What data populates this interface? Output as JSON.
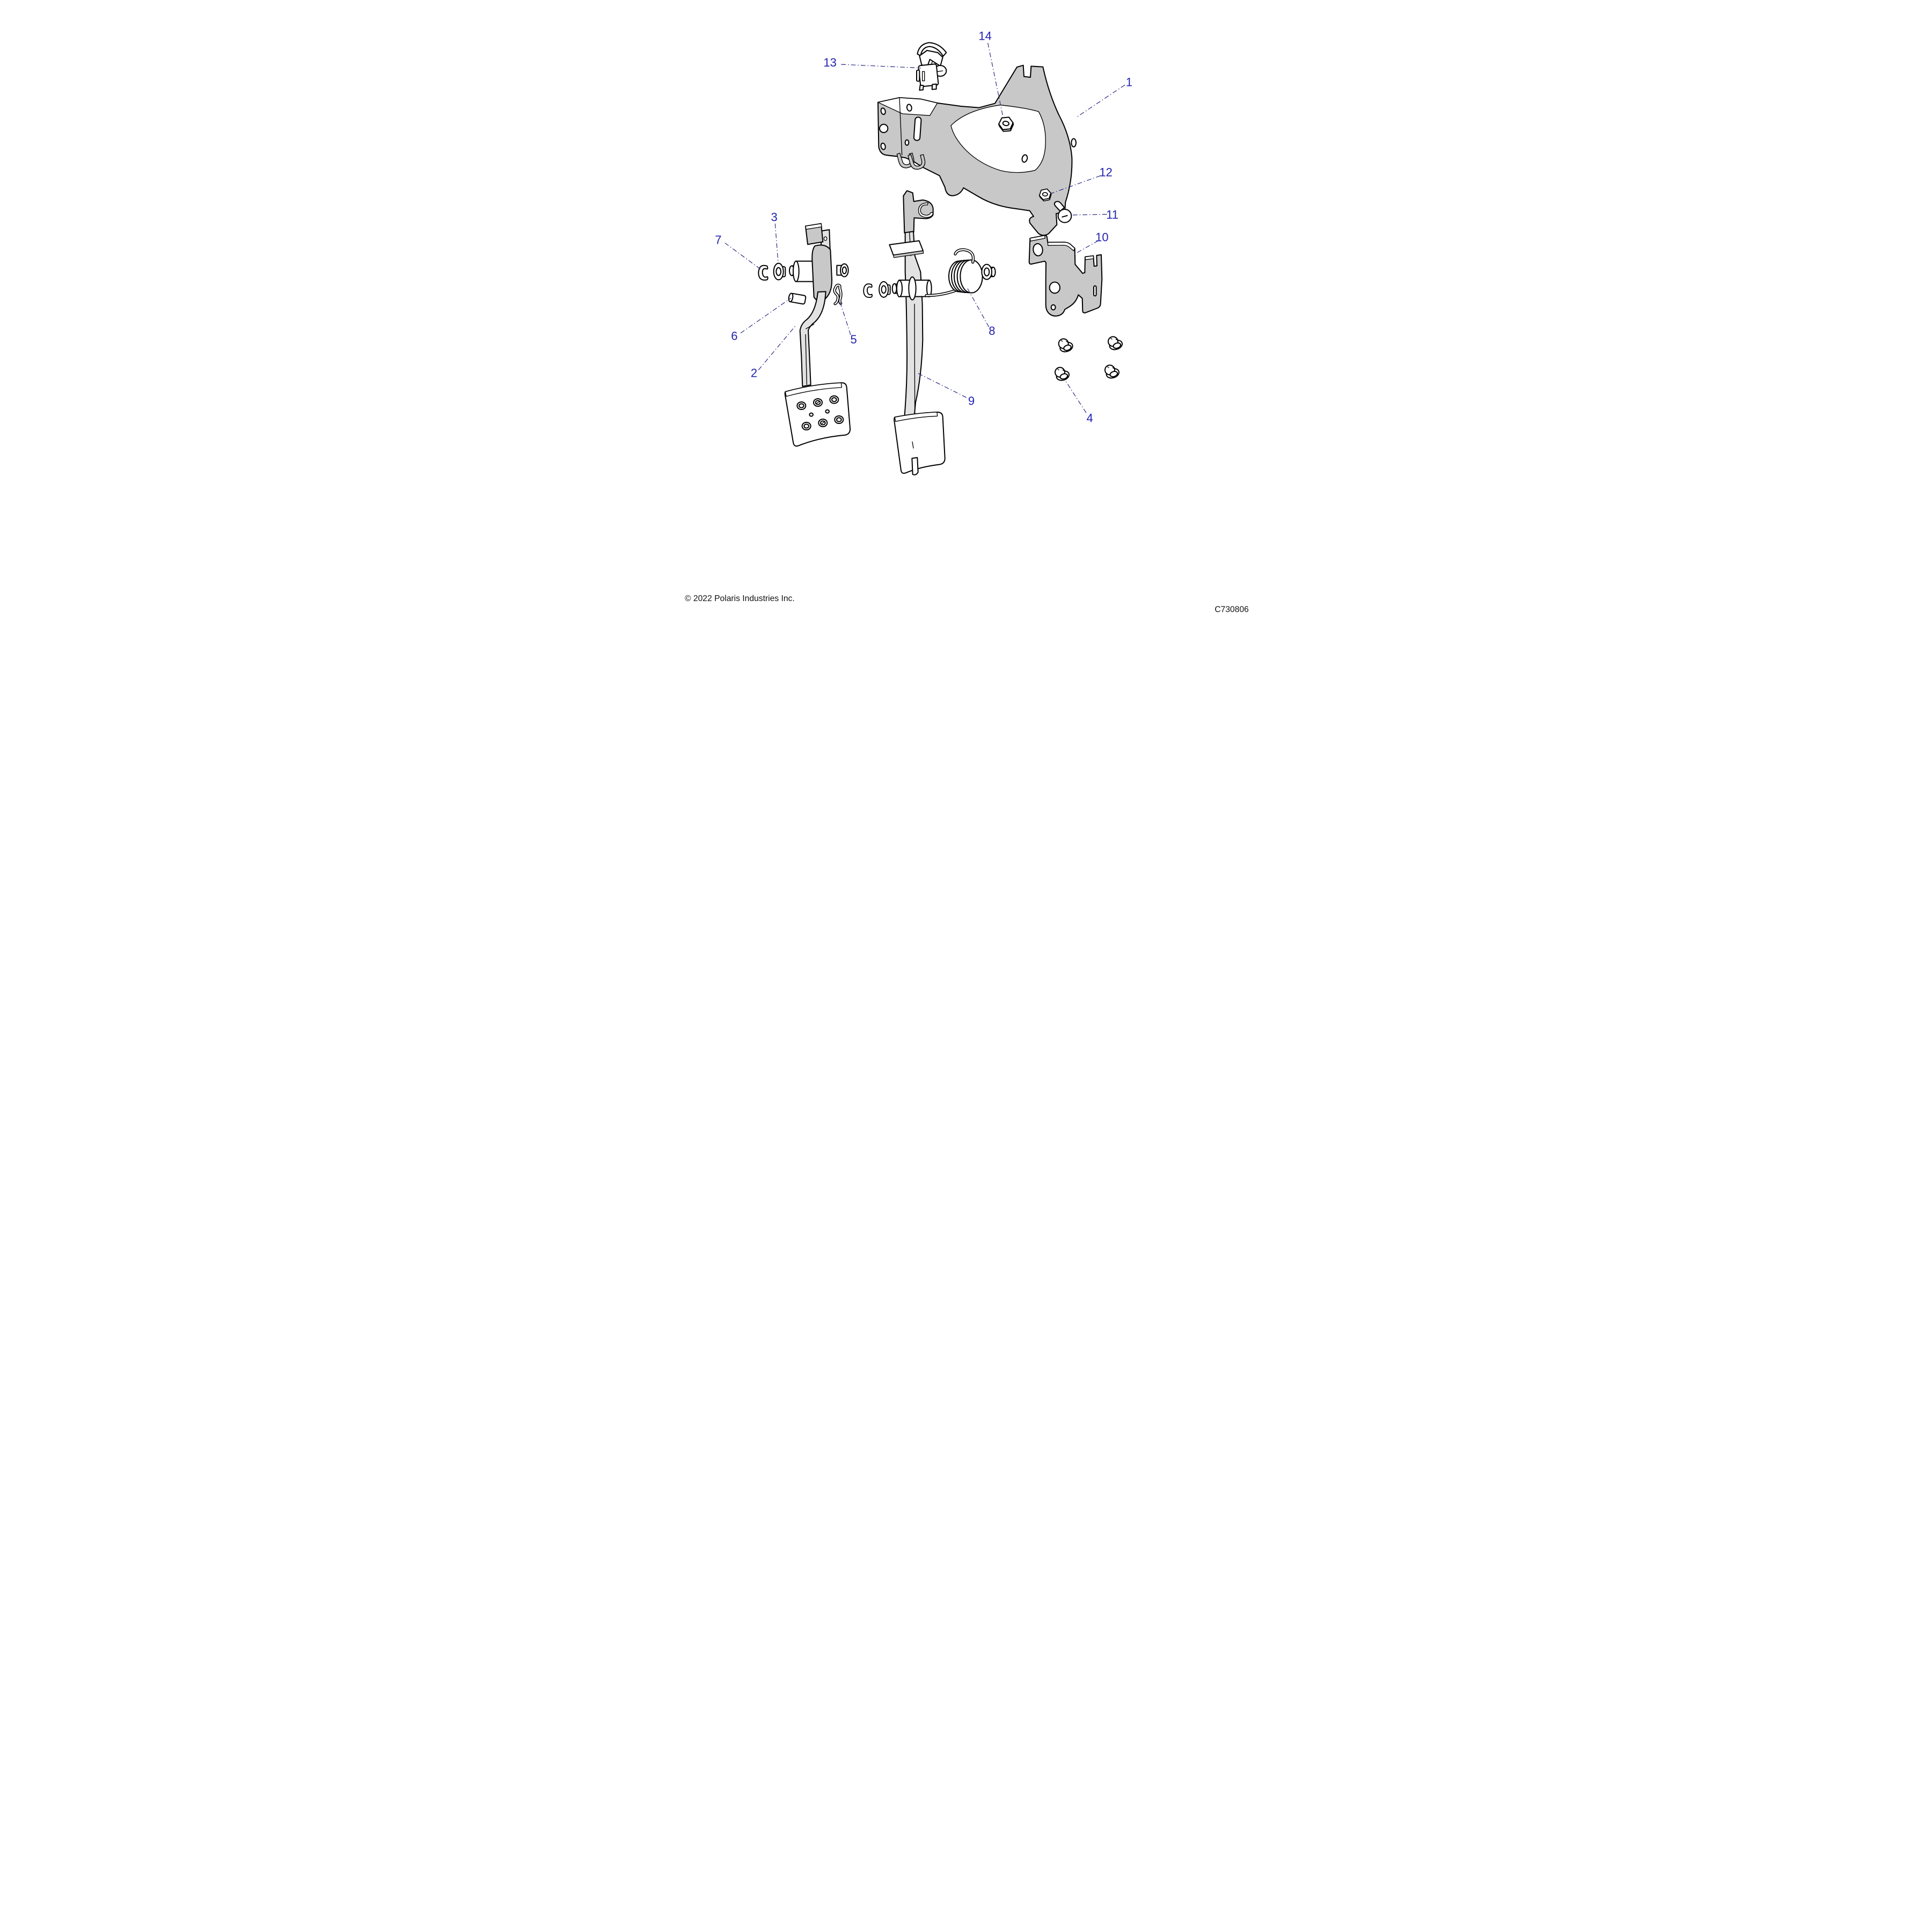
{
  "diagram": {
    "kind": "exploded-parts-diagram",
    "subject": "pedal-assembly",
    "label_color": "#2222b2",
    "leader_color": "#23237e",
    "part_fill_color": "#c8c8c8",
    "callouts": [
      {
        "num": "1"
      },
      {
        "num": "2"
      },
      {
        "num": "3"
      },
      {
        "num": "4"
      },
      {
        "num": "5"
      },
      {
        "num": "6"
      },
      {
        "num": "7"
      },
      {
        "num": "8"
      },
      {
        "num": "9"
      },
      {
        "num": "10"
      },
      {
        "num": "11"
      },
      {
        "num": "12"
      },
      {
        "num": "13"
      },
      {
        "num": "14"
      }
    ],
    "footer": {
      "copyright": "© 2022 Polaris Industries Inc.",
      "diagram_code": "C730806"
    }
  }
}
